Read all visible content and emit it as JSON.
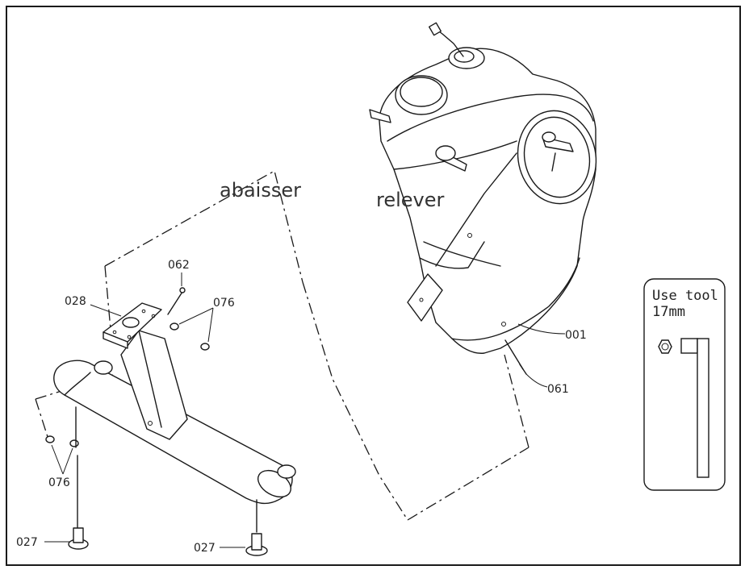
{
  "steps": {
    "lower": "abaisser",
    "raise": "relever"
  },
  "part_labels": {
    "main_frame": "001",
    "bolt_061": "061",
    "bolt_062": "062",
    "seat_plate": "028",
    "nuts_upper": "076",
    "nuts_lower": "076",
    "foot_left": "027",
    "foot_right": "027"
  },
  "tool_box": {
    "line1": "Use tool",
    "line2": "17mm"
  }
}
